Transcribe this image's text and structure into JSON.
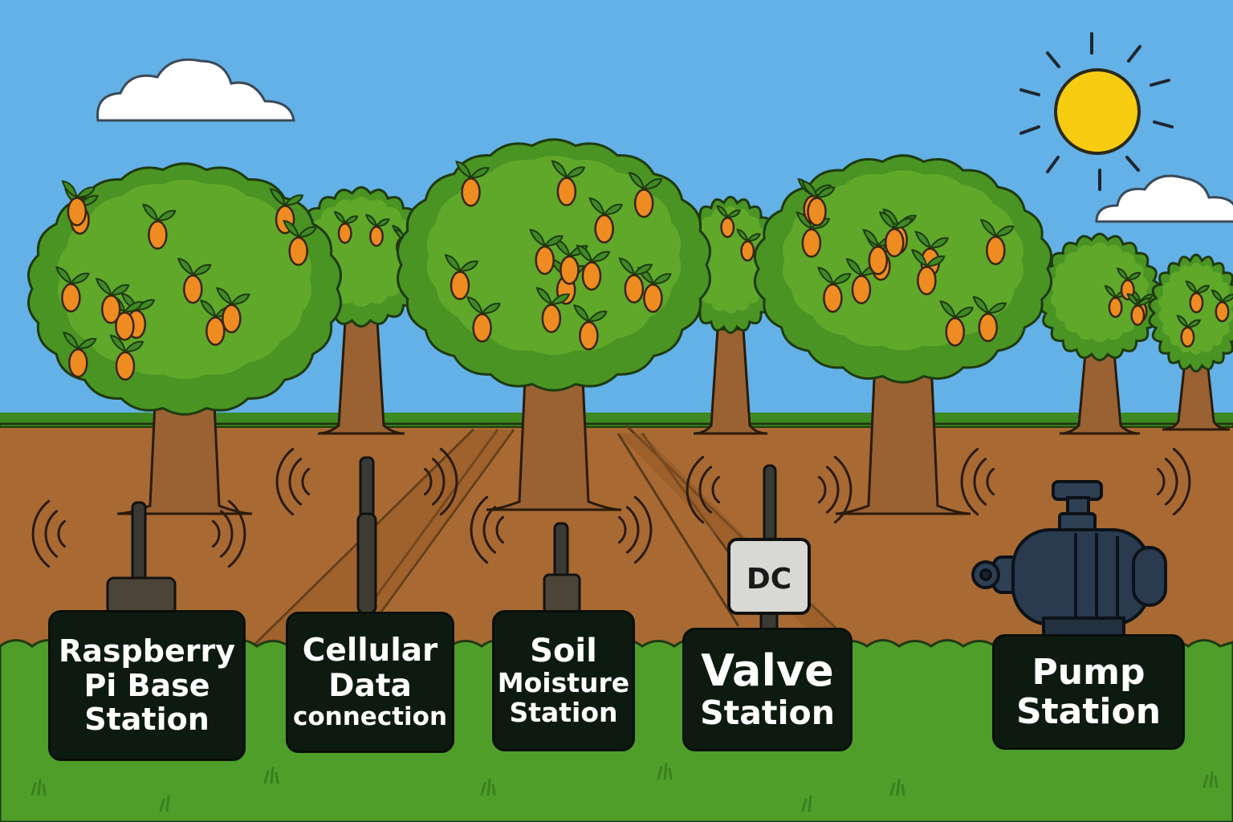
{
  "scene": {
    "labels": {
      "raspberry_pi": [
        "Raspberry",
        "Pi Base",
        "Station"
      ],
      "cellular": [
        "Cellular",
        "Data",
        "connection"
      ],
      "soil": [
        "Soil",
        "Moisture",
        "Station"
      ],
      "valve": [
        "Valve",
        "Station"
      ],
      "pump": [
        "Pump",
        "Station"
      ]
    },
    "valve_device_text": "DC"
  },
  "colors": {
    "sky": "#63b1e6",
    "sun": "#f7cc10",
    "soil": "#a86a32",
    "grass": "#4f9e2a",
    "foliage": "#5fa82a",
    "trunk": "#9a6232",
    "fruit": "#ee8c22",
    "label_bg": "#0d1a10",
    "device": "#3a3a34",
    "pump": "#2a3b50"
  }
}
